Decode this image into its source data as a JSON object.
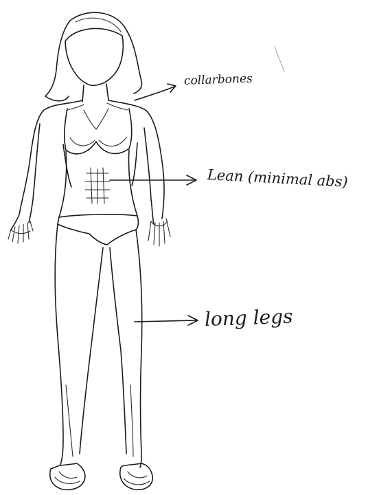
{
  "annotations": {
    "collarbones": "collarbones",
    "lean": "Lean (minimal abs)",
    "legs": "long legs"
  },
  "colors": {
    "ink": "#1a1a1a",
    "paper": "#ffffff"
  }
}
